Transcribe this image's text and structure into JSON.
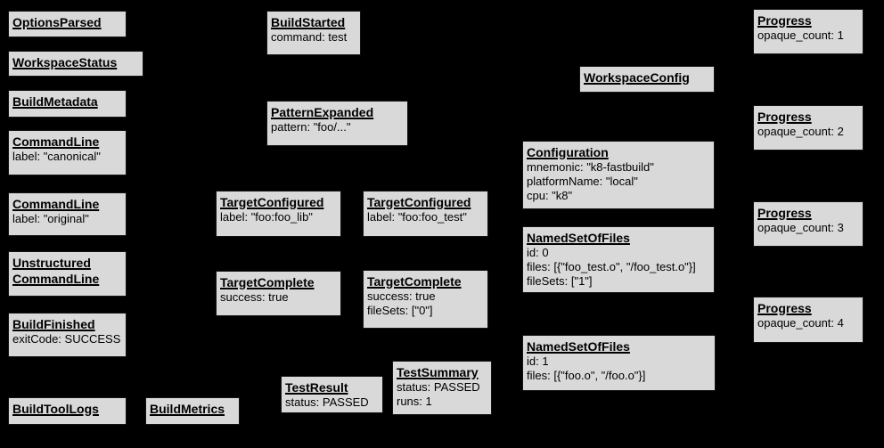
{
  "colors": {
    "canvas_background": "#000000",
    "node_fill": "#d9d9d9",
    "node_border": "#141414",
    "node_text": "#000000"
  },
  "nodes": [
    {
      "id": "options-parsed",
      "title": "OptionsParsed",
      "lines": []
    },
    {
      "id": "workspace-status",
      "title": "WorkspaceStatus",
      "lines": []
    },
    {
      "id": "build-metadata",
      "title": "BuildMetadata",
      "lines": []
    },
    {
      "id": "command-line-canonical",
      "title": "CommandLine",
      "lines": [
        "label: \"canonical\""
      ]
    },
    {
      "id": "command-line-original",
      "title": "CommandLine",
      "lines": [
        "label: \"original\""
      ]
    },
    {
      "id": "unstructured-command-line",
      "title": "Unstructured",
      "title2": "CommandLine",
      "lines": []
    },
    {
      "id": "build-finished",
      "title": "BuildFinished",
      "lines": [
        "exitCode: SUCCESS"
      ]
    },
    {
      "id": "build-tool-logs",
      "title": "BuildToolLogs",
      "lines": []
    },
    {
      "id": "build-metrics",
      "title": "BuildMetrics",
      "lines": []
    },
    {
      "id": "build-started",
      "title": "BuildStarted",
      "lines": [
        "command: test"
      ]
    },
    {
      "id": "pattern-expanded",
      "title": "PatternExpanded",
      "lines": [
        "pattern: \"foo/...\""
      ]
    },
    {
      "id": "target-configured-foo-lib",
      "title": "TargetConfigured",
      "lines": [
        "label: \"foo:foo_lib\""
      ]
    },
    {
      "id": "target-configured-foo-test",
      "title": "TargetConfigured",
      "lines": [
        "label: \"foo:foo_test\""
      ]
    },
    {
      "id": "target-complete-lib",
      "title": "TargetComplete",
      "lines": [
        "success: true"
      ]
    },
    {
      "id": "target-complete-test",
      "title": "TargetComplete",
      "lines": [
        "success: true",
        "fileSets: [\"0\"]"
      ]
    },
    {
      "id": "test-result",
      "title": "TestResult",
      "lines": [
        "status: PASSED"
      ]
    },
    {
      "id": "test-summary",
      "title": "TestSummary",
      "lines": [
        "status: PASSED",
        "runs: 1"
      ]
    },
    {
      "id": "workspace-config",
      "title": "WorkspaceConfig",
      "lines": []
    },
    {
      "id": "configuration",
      "title": "Configuration",
      "lines": [
        "mnemonic: \"k8-fastbuild\"",
        "platformName: \"local\"",
        "cpu: \"k8\""
      ]
    },
    {
      "id": "named-set-of-files-0",
      "title": "NamedSetOfFiles",
      "lines": [
        "id: 0",
        "files: [{\"foo_test.o\", \"/foo_test.o\"}]",
        "fileSets: [\"1\"]"
      ]
    },
    {
      "id": "named-set-of-files-1",
      "title": "NamedSetOfFiles",
      "lines": [
        "id: 1",
        "files: [{\"foo.o\", \"/foo.o\"}]"
      ]
    },
    {
      "id": "progress-1",
      "title": "Progress",
      "lines": [
        "opaque_count: 1"
      ]
    },
    {
      "id": "progress-2",
      "title": "Progress",
      "lines": [
        "opaque_count: 2"
      ]
    },
    {
      "id": "progress-3",
      "title": "Progress",
      "lines": [
        "opaque_count: 3"
      ]
    },
    {
      "id": "progress-4",
      "title": "Progress",
      "lines": [
        "opaque_count: 4"
      ]
    }
  ]
}
